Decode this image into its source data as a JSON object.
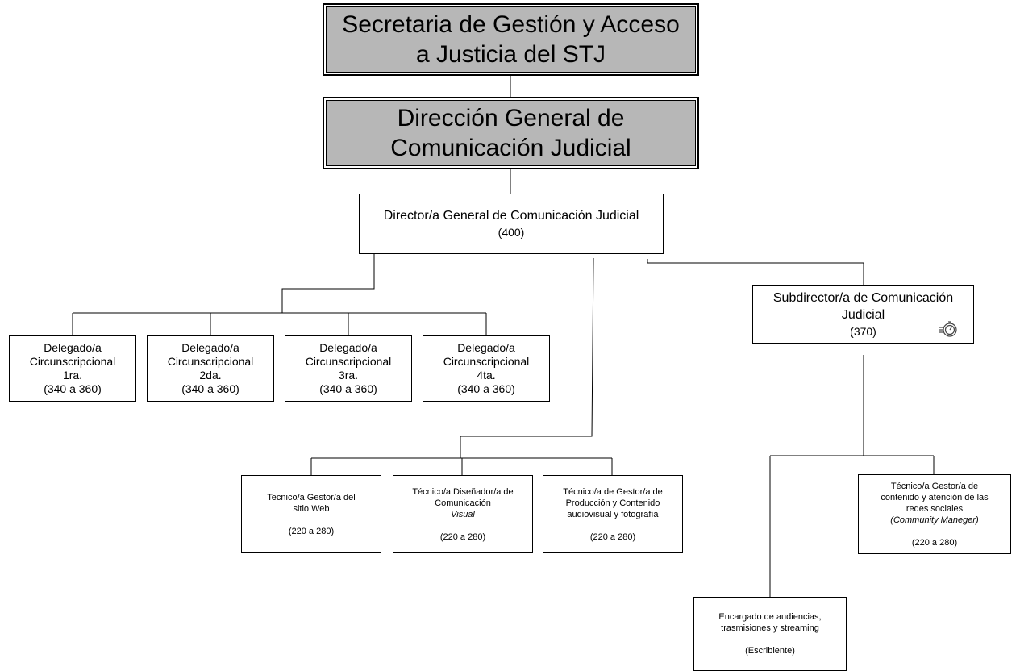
{
  "top": {
    "secretaria": "Secretaria de Gestión y Acceso a Justicia del STJ",
    "direccion": "Dirección General de Comunicación Judicial"
  },
  "director": {
    "title": "Director/a General de Comunicación Judicial",
    "level": "(400)"
  },
  "subdirector": {
    "title": "Subdirector/a de Comunicación Judicial",
    "level": "(370)",
    "icon": "stopwatch-icon"
  },
  "delegados": [
    {
      "title": "Delegado/a Circunscripcional",
      "ordinal": "1ra.",
      "level": "(340 a 360)"
    },
    {
      "title": "Delegado/a Circunscripcional",
      "ordinal": "2da.",
      "level": "(340 a 360)"
    },
    {
      "title": "Delegado/a Circunscripcional",
      "ordinal": "3ra.",
      "level": "(340 a 360)"
    },
    {
      "title": "Delegado/a Circunscripcional",
      "ordinal": "4ta.",
      "level": "(340 a 360)"
    }
  ],
  "tecnicos": {
    "web": {
      "title": "Tecnico/a Gestor/a del sitio Web",
      "level": "(220 a 280)"
    },
    "disenador": {
      "title": "Técnico/a Diseñador/a de Comunicación",
      "italic": "Visual",
      "level": "(220 a 280)"
    },
    "produccion": {
      "title": "Técnico/a de Gestor/a de Producción y Contenido audiovisual y fotografía",
      "level": "(220 a 280)"
    },
    "redes": {
      "title": "Técnico/a Gestor/a de contenido y atención de las redes sociales",
      "italic": "(Community Maneger)",
      "level": "(220 a 280)"
    }
  },
  "encargado": {
    "title": "Encargado de audiencias, trasmisiones y streaming",
    "note": "(Escribiente)"
  },
  "colors": {
    "header_fill": "#b7b7b7",
    "border": "#000000",
    "background": "#ffffff"
  }
}
